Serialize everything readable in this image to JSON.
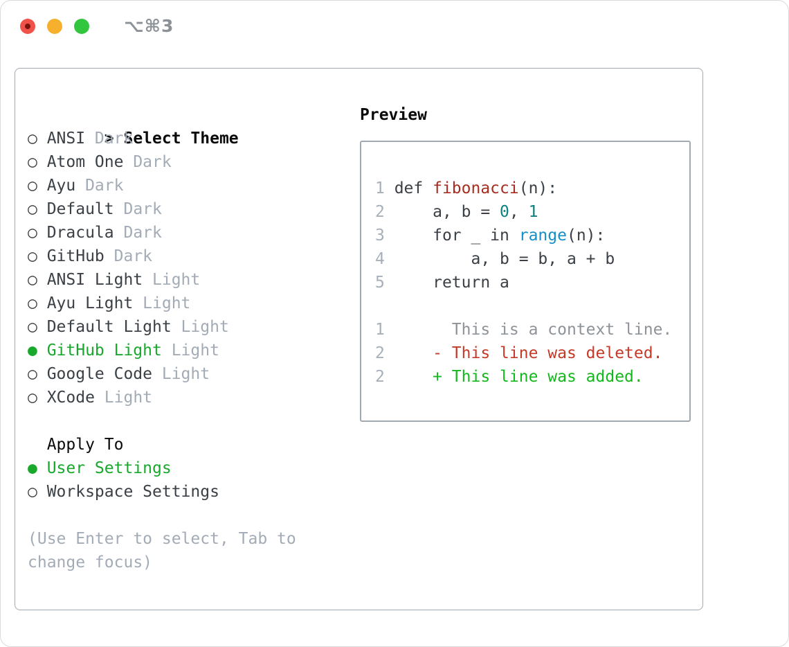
{
  "window": {
    "title": "⌥⌘3",
    "traffic_lights": [
      "close",
      "minimize",
      "zoom"
    ]
  },
  "theme_panel": {
    "select_header": {
      "prompt": ">",
      "label": "Select Theme"
    },
    "themes": [
      {
        "name": "ANSI",
        "variant": "Dark",
        "selected": false
      },
      {
        "name": "Atom One",
        "variant": "Dark",
        "selected": false
      },
      {
        "name": "Ayu",
        "variant": "Dark",
        "selected": false
      },
      {
        "name": "Default",
        "variant": "Dark",
        "selected": false
      },
      {
        "name": "Dracula",
        "variant": "Dark",
        "selected": false
      },
      {
        "name": "GitHub",
        "variant": "Dark",
        "selected": false
      },
      {
        "name": "ANSI Light",
        "variant": "Light",
        "selected": false
      },
      {
        "name": "Ayu Light",
        "variant": "Light",
        "selected": false
      },
      {
        "name": "Default Light",
        "variant": "Light",
        "selected": false
      },
      {
        "name": "GitHub Light",
        "variant": "Light",
        "selected": true
      },
      {
        "name": "Google Code",
        "variant": "Light",
        "selected": false
      },
      {
        "name": "XCode",
        "variant": "Light",
        "selected": false
      }
    ],
    "radio_glyphs": {
      "unselected": "○",
      "selected": "●"
    },
    "apply_to": {
      "label": "Apply To",
      "options": [
        {
          "name": "User Settings",
          "selected": true
        },
        {
          "name": "Workspace Settings",
          "selected": false
        }
      ]
    },
    "hint": "(Use Enter to select, Tab to change focus)"
  },
  "preview": {
    "label": "Preview",
    "lines": [
      {
        "name": "code-line-1",
        "tokens": [
          {
            "t": "1 ",
            "c": "ln"
          },
          {
            "t": "def ",
            "c": "p"
          },
          {
            "t": "fibonacci",
            "c": "fn"
          },
          {
            "t": "(n):",
            "c": "p"
          }
        ]
      },
      {
        "name": "code-line-2",
        "tokens": [
          {
            "t": "2 ",
            "c": "ln"
          },
          {
            "t": "    a, b = ",
            "c": "p"
          },
          {
            "t": "0",
            "c": "num"
          },
          {
            "t": ", ",
            "c": "p"
          },
          {
            "t": "1",
            "c": "num"
          }
        ]
      },
      {
        "name": "code-line-3",
        "tokens": [
          {
            "t": "3 ",
            "c": "ln"
          },
          {
            "t": "    for _ in ",
            "c": "p"
          },
          {
            "t": "range",
            "c": "bi"
          },
          {
            "t": "(n):",
            "c": "p"
          }
        ]
      },
      {
        "name": "code-line-4",
        "tokens": [
          {
            "t": "4 ",
            "c": "ln"
          },
          {
            "t": "        a, b = b, a + b",
            "c": "p"
          }
        ]
      },
      {
        "name": "code-line-5",
        "tokens": [
          {
            "t": "5 ",
            "c": "ln"
          },
          {
            "t": "    return a",
            "c": "p"
          }
        ]
      },
      {
        "name": "blank-line",
        "tokens": []
      },
      {
        "name": "diff-context-line",
        "tokens": [
          {
            "t": "1",
            "c": "ln"
          },
          {
            "t": "       This is a context line.",
            "c": "ctx"
          }
        ]
      },
      {
        "name": "diff-deleted-line",
        "tokens": [
          {
            "t": "2",
            "c": "ln"
          },
          {
            "t": "     - This line was deleted.",
            "c": "del"
          }
        ]
      },
      {
        "name": "diff-added-line",
        "tokens": [
          {
            "t": "2",
            "c": "ln"
          },
          {
            "t": "     + This line was added.",
            "c": "add"
          }
        ]
      }
    ]
  },
  "colors": {
    "accent_green": "#17a82c",
    "text_dark": "#3a4046",
    "text_black": "#0a0a0a",
    "muted": "#a2abb6",
    "line_number": "#a7b0b9",
    "context_gray": "#8d9399",
    "code_plain": "#3a4046",
    "function_red": "#a62e20",
    "number_teal": "#0e8181",
    "builtin_blue": "#168fc6",
    "diff_delete": "#c33a28",
    "diff_add": "#14b81e",
    "panel_border": "#a0a9b2",
    "title_gray": "#8b9197",
    "traffic_red": "#f05148",
    "traffic_red_dot": "#7b130d",
    "traffic_yellow": "#f6b02d",
    "traffic_green": "#32c63e"
  }
}
